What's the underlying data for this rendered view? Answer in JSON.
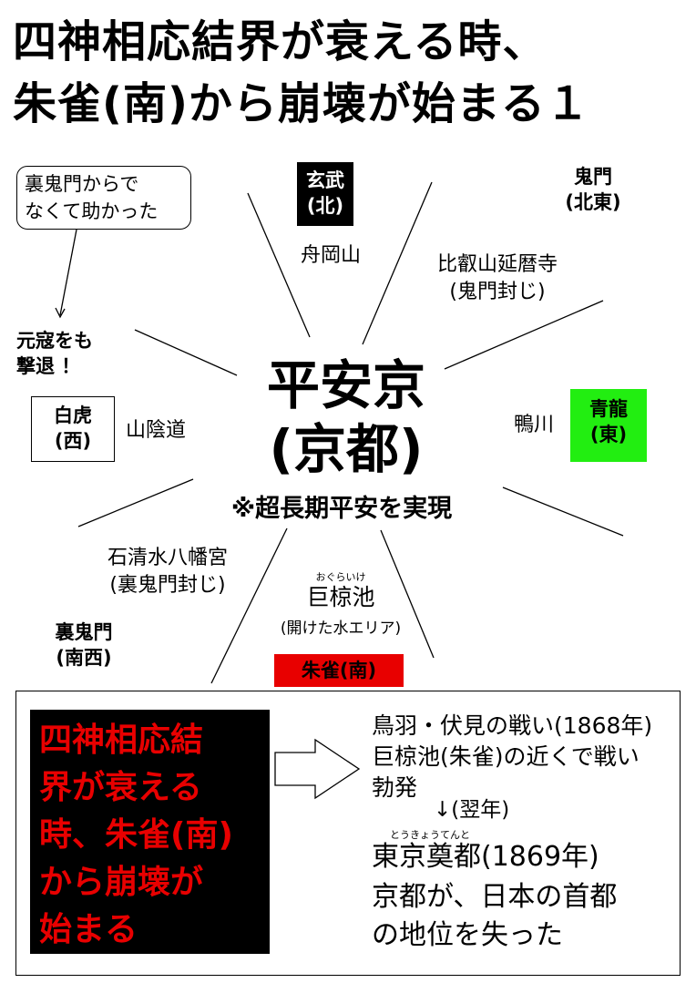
{
  "title": {
    "line1": "四神相応結界が衰える時、",
    "line2": "朱雀(南)から崩壊が始まる１"
  },
  "center": {
    "line1": "平安京",
    "line2": "(京都)",
    "note": "※超長期平安を実現"
  },
  "north": {
    "box_line1": "玄武",
    "box_line2": "(北)",
    "place": "舟岡山",
    "box_color": "#000000"
  },
  "northeast": {
    "dir_line1": "鬼門",
    "dir_line2": "(北東)",
    "place_line1": "比叡山延暦寺",
    "place_line2": "(鬼門封じ)"
  },
  "east": {
    "box_line1": "青龍",
    "box_line2": "(東)",
    "place": "鴨川",
    "box_color": "#22ee11"
  },
  "west": {
    "box_line1": "白虎",
    "box_line2": "(西)",
    "place": "山陰道",
    "note_line1": "元寇をも",
    "note_line2": "撃退 ！"
  },
  "southwest": {
    "dir_line1": "裏鬼門",
    "dir_line2": "(南西)",
    "place_line1": "石清水八幡宮",
    "place_line2": "(裏鬼門封じ)"
  },
  "south": {
    "ruby": "おぐらいけ",
    "place": "巨椋池",
    "place_note": "(開けた水エリア)",
    "box_label": "朱雀(南)",
    "box_color": "#e80000"
  },
  "bubble": {
    "line1": "裏鬼門からで",
    "line2": "なくて助かった"
  },
  "bottom": {
    "panel_lines": [
      "四神相応結",
      "界が衰える",
      "時、朱雀(南)",
      "から崩壊が",
      "始まる"
    ],
    "text1": "鳥羽・伏見の戦い(1868年)",
    "text2": "巨椋池(朱雀)の近くで戦い",
    "text3": "勃発",
    "text4": "↓(翌年)",
    "ruby": "とうきょうてんと",
    "text5": "東京奠都(1869年)",
    "text6": "京都が、日本の首都",
    "text7": "の地位を失った"
  }
}
